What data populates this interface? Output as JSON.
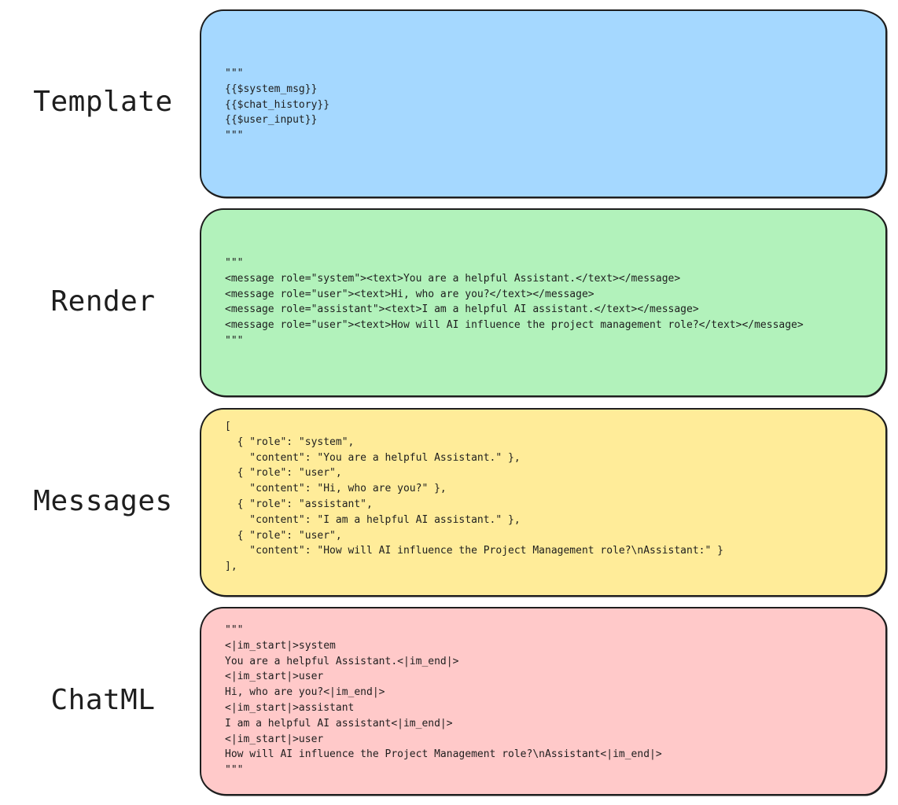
{
  "rows": [
    {
      "label": "Template",
      "color": "#a5d8ff",
      "code": "\"\"\"\n{{$system_msg}}\n{{$chat_history}}\n{{$user_input}}\n\"\"\""
    },
    {
      "label": "Render",
      "color": "#b2f2bb",
      "code": "\"\"\"\n<message role=\"system\"><text>You are a helpful Assistant.</text></message>\n<message role=\"user\"><text>Hi, who are you?</text></message>\n<message role=\"assistant\"><text>I am a helpful AI assistant.</text></message>\n<message role=\"user\"><text>How will AI influence the project management role?</text></message>\n\"\"\""
    },
    {
      "label": "Messages",
      "color": "#ffec99",
      "code": "[\n  { \"role\": \"system\",\n    \"content\": \"You are a helpful Assistant.\" },\n  { \"role\": \"user\",\n    \"content\": \"Hi, who are you?\" },\n  { \"role\": \"assistant\",\n    \"content\": \"I am a helpful AI assistant.\" },\n  { \"role\": \"user\",\n    \"content\": \"How will AI influence the Project Management role?\\nAssistant:\" }\n],"
    },
    {
      "label": "ChatML",
      "color": "#ffc9c9",
      "code": "\"\"\"\n<|im_start|>system\nYou are a helpful Assistant.<|im_end|>\n<|im_start|>user\nHi, who are you?<|im_end|>\n<|im_start|>assistant\nI am a helpful AI assistant<|im_end|>\n<|im_start|>user\nHow will AI influence the Project Management role?\\nAssistant<|im_end|>\n\"\"\""
    }
  ]
}
